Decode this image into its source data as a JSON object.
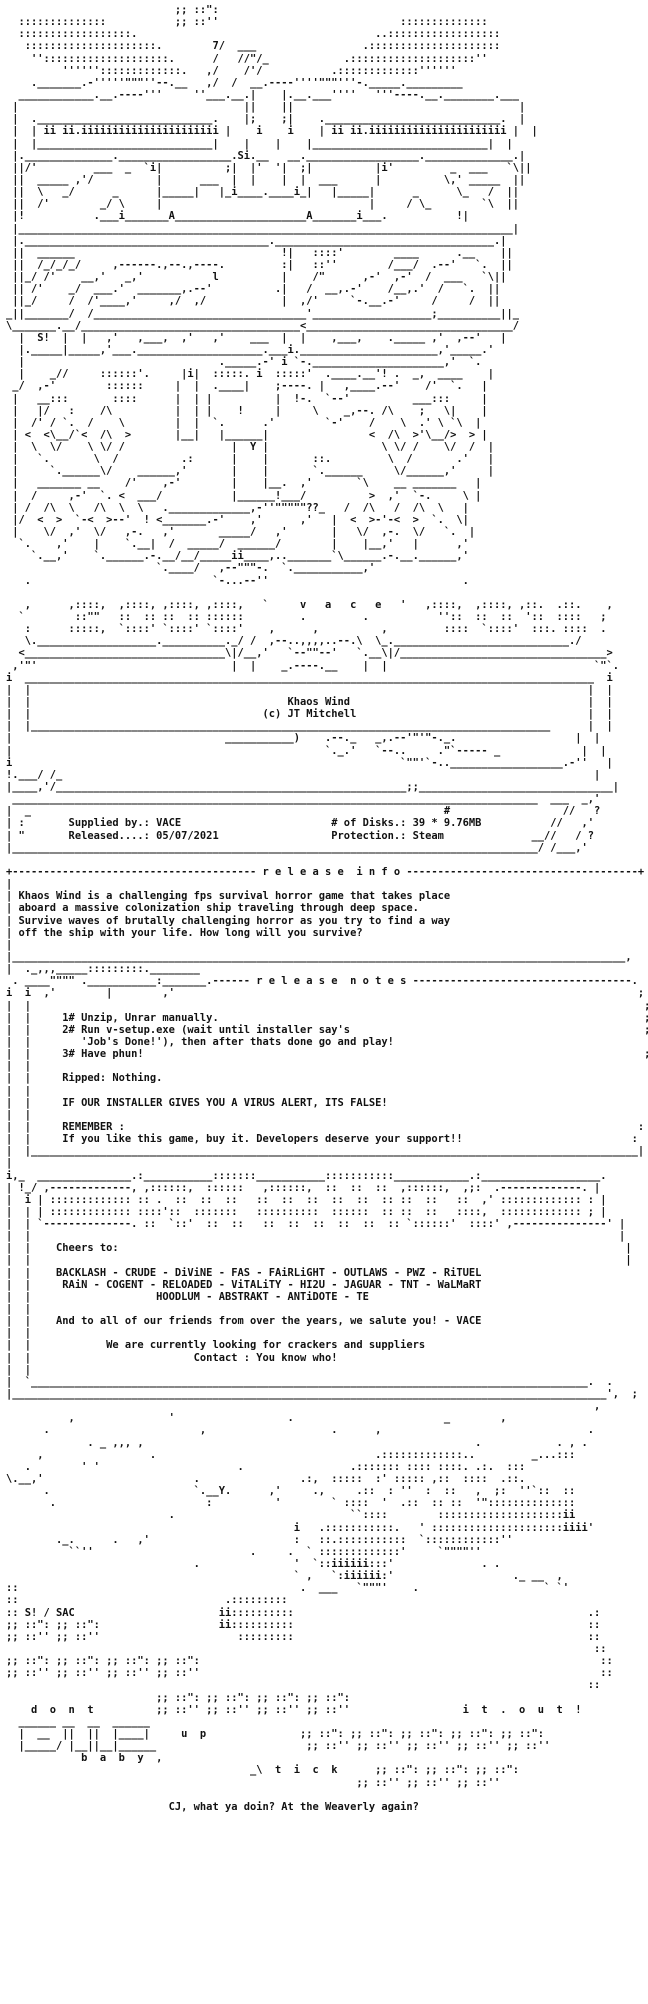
{
  "document": {
    "lines": [
      "                           ;; ::\":",
      "  ::::::::::::::           ;; ::''                             ::::::::::::::",
      "  ::::::::::::::::::.                                      ..::::::::::::::::::",
      "   :::::::::::::::::::::.        7/  ___                 .:::::::::::::::::::::",
      "    ''::::::::::::::::::::.      /   //\"/_            .::::::::::::::::::::''",
      "         '''''':::::::::::::.   ,/    /'/           .:::::::::::::''''''",
      "    ._______.-'''''\"\"\"''--.__   ,/  /  __.----''''\"\"\"'''-._____._________",
      "  ____________.__.----'''     ''___.__.|    |.__.___''''   '''----.__.________.___",
      " |                                    ||    ||                                    |",
      " |  .____________________________.    |;    ;|    .____________________________.  |",
      " |  | ii ii.iiiiiiiiiiiiiiiiiiiiii |    i    i    | ii ii.iiiiiiiiiiiiiiiiiiiiii |  |",
      " |  |____________________________|    |    |    |____________________________|  |",
      " |.______________.__________________.Si.__   __.__________________.______________.|",
      " ||/'         ___  _  `i|          ;|  |'  '|  ;|          |i'         _  ___   `\\||",
      " ||  _____ ,'/          |      ___  |  |    |  |  ___      |          \\,' _____  ||",
      " ||  \\   _/      _      |_____|   |_i____.____i_|   |_____|      _      \\_   /  ||",
      " ||  /'        _/ \\     |                                 |     / \\_        `\\  ||",
      " |!           .___i_______A_____________________A_______i___.           !|",
      " |_______________________________________________________________________________|",
      " |._______________________________________.___________________________________.|",
      " ||  ______                                 !|   ::::'        ____      .__    ||",
      " ||  /_/_/_/     ,------.,--.,----.         :|   ::''        /___/  .--'   `.  ||",
      " ||_/ /'    __,'   _,'           l          |    /\"      ,-'  ,-'  /  ___   `\\||",
      " || /'    _/  ___.'  _______,.--'          .|   /  __,.-'    /__,.'  /   `.  ||",
      " ||_/     /  /'____,'     ,/  ,/            |  ,/'     `-.__.-'     /     /  ||",
      "_||_______/  /__________________________________'___________________;__________||_",
      "\\_______.__/___________________________________<_________________________________/",
      "  |  S!  |  |   ,'   ,___,  ,'   ,'    ___  |  |    ,___,    ._____ ,'  ,--'   |",
      "  |._____|_____,'___.____________________.___i.______________________,'_____.'",
      "  |                               ._____.-' i `-._____________________,'  `.  ",
      "  |    _//     ::::::'.     |i|  :::::. i  :::::'  .____.__'! .  _,  ____    |",
      " _/  ,-'        ::::::     |  |  .____|    ;----. |   ,____.--'    /'  `.   |",
      " |   __:::       ::::      |  | |          |  !-.  `--'          ___:::     |",
      " |   |/   :    /\\          |  | |    !     |     \\    _,--. /\\    ;   \\|    |",
      " |  /' / `.  /    \\        |  |  `.      .'        `-'    /    \\  .' \\ `\\  |",
      " | <  <\\__/`<  /\\  >       |__|   |______|                <  /\\  >'\\__/>  > |",
      " |  \\  \\/    \\ \\/ /                 |  Y |                  \\ \\/ /    \\/  /  |",
      " |   `.       \\  /          .:      |    |       ::.         \\  /       .'   |",
      " |     `.______\\/    ______,'       |    |       `.______     \\/______,'     |",
      " |   _______ __    /'    ,-'        |    |__.  ,'       `\\    __ _______   |",
      " |  /     ,-'  `. <  ___/           |______!___/          >  ,'  `-.     \\ |",
      " | /  /\\  \\   /\\  \\  \\   ._____________,-''\"\"\"\"\"??_   /  /\\   /  /\\  \\   |",
      " |/  <  >  `-<  >--'  ! <_______.-'    ,'      ,'   |  <  >-'-<  >  `.  \\|",
      " |    \\/  ,'  \\/   ,-.   ,'       _____/   ,'       |   \\/  ,-.  \\/   `.  |",
      "  `.    ,'    |    `.__|  /  _____/  ______/        |    |__,'   |      ,'",
      "    `.__,'    `.______.-.__/__/_____ii____,.._______`\\______.-.__.______,'",
      "                        `.____/   ,--\"\"\"-.  `.___________,'",
      "   .                             `-...--''                               .",
      "",
      "   ,      ,::::,  ,::::, ,::::, ,::::,   `     v   a   c   e   '   ,::::,  ,::::, ,::.  .::.    ,",
      "  `        ::\"\"   ::  :: ::  :: ::::::         .         .           ''::  ::  ::  '::  ::::   ;",
      "   :      :::::,  `::::' `::::' `::::'    ,      ,          ,         ::::  `::::'  :::. ::::  .",
      "   \\.___________________.__________._/ /  ,--..,,,,..--.\\  \\_.____________________________./",
      "  <________________________________\\|/__,'   `--\"\"--'   `.__\\|/_________________________________>",
      " ,'\"'                               |  |    _.----.__    |  |                                 `\"`.",
      "i  ___________________________________________________________________________________________  i",
      "|  |                                                                                         |  |",
      "|  |                                         Khaos Wind                                      |  |",
      "|  |                                     (c) JT Mitchell                                     |  |",
      "|  |___________________________________________________________________________________      |  |",
      "|                                  ___________)    .--._   _,.--'\"'\"-._.                   |  |",
      "|                                                  `._.'   `--..     .\"`----- _             |  |",
      "i                                                              `\"\"'`-..__________________.-''   |",
      "!.___/ /_                                                                                     |",
      "|____,'/________________________________________________________;;_______________________________|",
      " ____________________________________________________________________________________  ___  _,'",
      "|  _                                                                  #                  //   ?",
      "| :       Supplied by.: VACE                        # of Disks.: 39 * 9.76MB           //   ,'",
      "| \"       Released....: 05/07/2021                  Protection.: Steam              __//   / ?",
      "|____________________________________________________________________________________/ /___,'",
      "",
      "+--------------------------------------- r e l e a s e  i n f o -------------------------------------+",
      "|",
      "| Khaos Wind is a challenging fps survival horror game that takes place",
      "| aboard a massive colonization ship traveling through deep space.",
      "| Survive waves of brutally challenging horror as you try to find a way",
      "| off the ship with your life. How long will you survive?",
      "|",
      "|__________________________________________________________________________________________________,",
      "|  ._,,,_____:::::::::.________",
      " . ____\"\"\"\" .___________:_______.------ r e l e a s e  n o t e s -----------------------------------.",
      "i  i  ,'        |        ,'                                                                          ;",
      "|  |                                                                                                  ;",
      "|  |     1# Unzip, Unrar manually.                                                                    ;",
      "|  |     2# Run v-setup.exe (wait until installer say's                                               ;",
      "|  |        'Job's Done!'), then after thats done go and play!                                         ;",
      "|  |     3# Have phun!                                                                                ;",
      "|  |",
      "|  |     Ripped: Nothing.",
      "|  |",
      "|  |     IF OUR INSTALLER GIVES YOU A VIRUS ALERT, ITS FALSE!",
      "|  |",
      "|  |     REMEMBER :                                                                                  :",
      "|  |     If you like this game, buy it. Developers deserve your support!!                           :",
      "|  |_________________________________________________________________________________________________|",
      "|",
      "i,_  _______________.:___________:::::::___________:::::::::::____________.:___________________.",
      "| !_/ ,-------------, ,::::::,  ::::::   ,::::::,  ::  ::  ::  ,::::::,  ,;:  .-------------. |",
      "|  i | ::::::::::::: :: .  ::  ::  ::   ::  ::  ::  ::  ::  :: ::  ::   ::  ,' ::::::::::::: : |",
      "|  | | ::::::::::::: ::::'::  :::::::   ::::::::::  ::::::  :: ::  ::   ::::,  ::::::::::::: ; |",
      "|  | `--------------. ::  `::'  ::  ::   ::  ::  ::  ::  ::  :: `::::::'  ::::' ,---------------' |",
      "|  |                                                                                              |",
      "|  |    Cheers to:                                                                                 |",
      "|  |                                                                                               |",
      "|  |    BACKLASH - CRUDE - DiViNE - FAS - FAiRLiGHT - OUTLAWS - PWZ - RiTUEL",
      "|  |     RAiN - COGENT - RELOADED - ViTALiTY - HI2U - JAGUAR - TNT - WaLMaRT",
      "|  |                    HOODLUM - ABSTRAKT - ANTiDOTE - TE",
      "|  |",
      "|  |    And to all of our friends from over the years, we salute you! - VACE",
      "|  |",
      "|  |            We are currently looking for crackers and suppliers",
      "|  |                          Contact : You know who!",
      "|  |",
      "|  `_________________________________________________________________________________________.  .",
      "|_______________________________________________________________________________________________',  ;",
      "                                                                                              ,",
      "          ,               '                  .                        _        ,",
      "      .                        ,                    .      ,                                 .",
      "             . _ ,,, ,                                                     .            . , .",
      "     ,                 .                                   .:::::::::::::..         _...:::",
      "   .        ' '                      .                 .::::::: :::: ::::. .:.  :::",
      "\\.__,'                        .                .:,  :::::  :' ::::: ,::  ::::  .::.",
      "      .                       `.__Y.      ,'     .,     .::  : ''  :  ::   ,  ;:  ''`::  ::",
      "       .                        :          '        ` ::::  '  .::  :: ::  '\"::::::::::::::",
      "                          .                            ``::::        ::::::::::::::::::::ii",
      "                                              i   .:::::::::::.   ' :::::::::::::::::::::iiii'",
      "        ._.      .   ,'                       :   ::.:::::::::::  `::::::::::::''",
      "          ``''                         .     .  ` :::::::::::::'     `\"\"\"\"''",
      "                              .               '  `::iiiiii:::'              . .",
      "                                              ` ,   `:iiiiii:'                   ._ __  ,",
      "::                                             .  ___   `\"\"\"'    .                    ` `' ",
      "::                                 .:::::::::                                                  ",
      ":: S! / SAC                       ii::::::::::                                               .:",
      ";; ::\": ;; ::\":                   ii::::::::::                                               ::",
      ";; ::'' ;; ::''                      :::::::::                                               ::",
      "                                                                                              ::",
      ";; ::\": ;; ::\": ;; ::\": ;; ::\":                                                                ::",
      ";; ::'' ;; ::'' ;; ::'' ;; ::''                                                                ::",
      "                                                                                             ::",
      "                        ;; ::\": ;; ::\": ;; ::\": ;; ::\":",
      "    d  o  n  t          ;; ::'' ;; ::'' ;; ::'' ;; ::''                  i  t  .  o  u  t  !",
      "  ______ __  __  ______                                                                       ",
      "  |  __  ||  ||  |____|     u  p               ;; ::\": ;; ::\": ;; ::\": ;; ::\": ;; ::\":",
      "  |_____/ |__||__|______                        ;; ::'' ;; ::'' ;; ::'' ;; ::'' ;; ::''",
      "            b  a  b  y  ,",
      "                                       _\\  t  i  c  k      ;; ::\": ;; ::\": ;; ::\":",
      "                                                        ;; ::'' ;; ::'' ;; ::''",
      "",
      "                          CJ, what ya doin? At the Weaverly again?"
    ]
  }
}
